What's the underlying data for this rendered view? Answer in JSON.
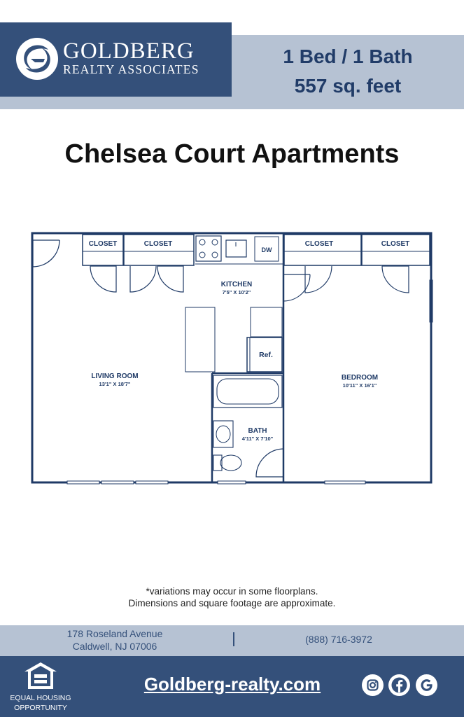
{
  "brand": {
    "name": "GOLDBERG",
    "subtitle": "REALTY ASSOCIATES",
    "logo_icon": "goldberg-swirl-logo"
  },
  "unit": {
    "type": "1 Bed / 1 Bath",
    "size": "557 sq. feet"
  },
  "property": {
    "title": "Chelsea Court Apartments"
  },
  "floorplan": {
    "closets": [
      "CLOSET",
      "CLOSET",
      "CLOSET",
      "CLOSET"
    ],
    "dishwasher": "DW",
    "refrigerator": "Ref.",
    "rooms": {
      "kitchen": {
        "name": "KITCHEN",
        "dims": "7'5\" X 10'2\""
      },
      "living": {
        "name": "LIVING ROOM",
        "dims": "13'1\" X 18'7\""
      },
      "bedroom": {
        "name": "BEDROOM",
        "dims": "10'11\" X 16'1\""
      },
      "bath": {
        "name": "BATH",
        "dims": "4'11\" X 7'10\""
      }
    }
  },
  "notes": {
    "line1": "*variations may occur in some floorplans.",
    "line2": "Dimensions and square footage are approximate."
  },
  "contact": {
    "address_line1": "178 Roseland Avenue",
    "address_line2": "Caldwell, NJ 07006",
    "phone": "(888) 716-3972"
  },
  "footer": {
    "eho_line1": "EQUAL HOUSING",
    "eho_line2": "OPPORTUNITY",
    "website": "Goldberg-realty.com",
    "social_icons": [
      "instagram-icon",
      "facebook-icon",
      "google-icon"
    ]
  },
  "colors": {
    "navy": "#34507a",
    "light_band": "#b6c2d3",
    "accent_text": "#213c68"
  }
}
